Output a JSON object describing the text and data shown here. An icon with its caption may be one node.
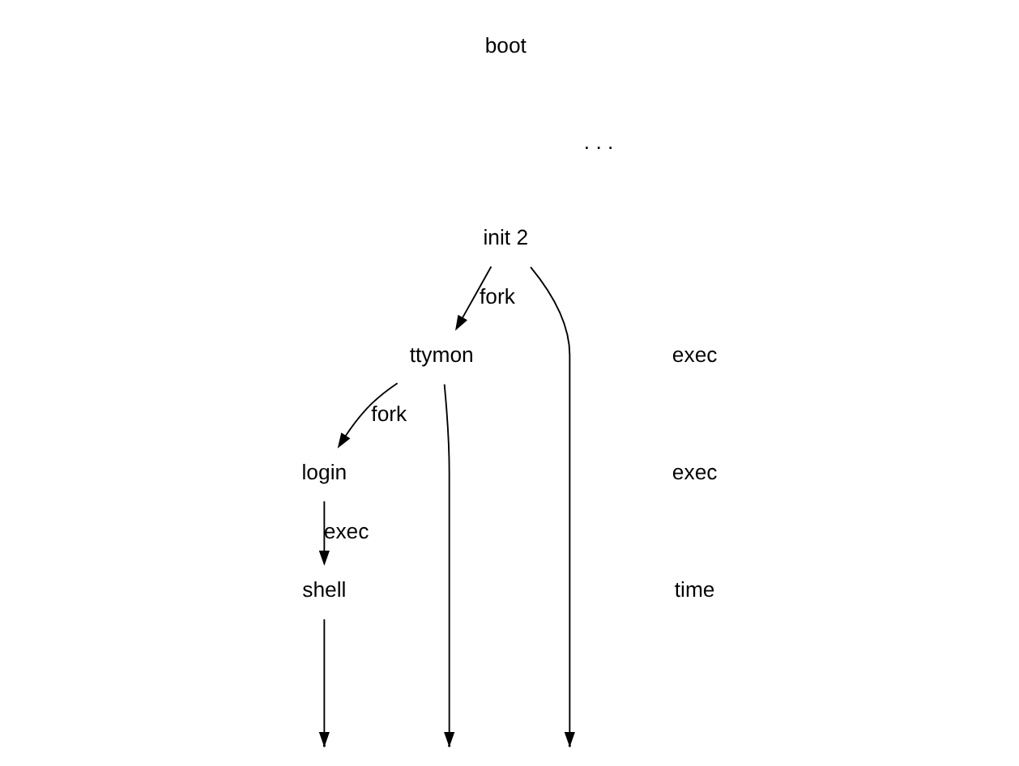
{
  "diagram": {
    "nodes": [
      {
        "text": [
          "boot"
        ]
      },
      {
        "text": [
          "init 2"
        ]
      },
      {
        "text": [
          "ttymon"
        ]
      },
      {
        "text": [
          "login"
        ]
      },
      {
        "text": [
          "shell"
        ]
      }
    ],
    "edges": [
      {
        "from": 1,
        "to": 2,
        "arrow": "to",
        "label": "fork"
      },
      {
        "from": 1,
        "to": null,
        "arrow": "to"
      },
      {
        "from": 2,
        "to": 3,
        "arrow": "to",
        "label": "fork"
      },
      {
        "from": 2,
        "to": null,
        "arrow": "to"
      },
      {
        "from": 3,
        "to": 4,
        "arrow": "to",
        "label": "exec"
      },
      {
        "from": 4,
        "to": null,
        "arrow": "to"
      }
    ],
    "labels": [
      ". . .",
      "exec",
      "exec",
      "time"
    ]
  }
}
